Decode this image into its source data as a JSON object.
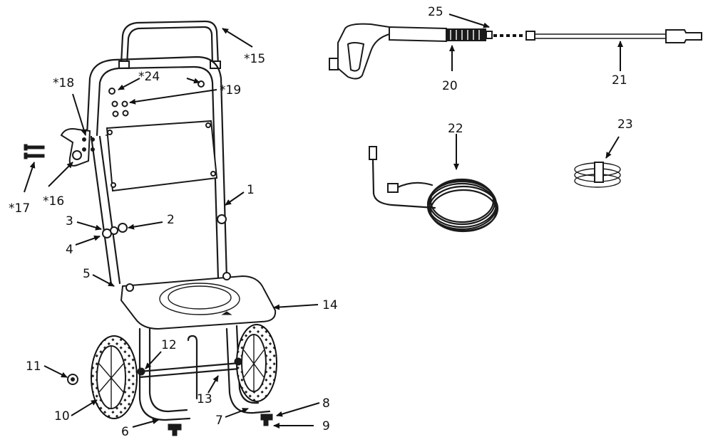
{
  "callouts": [
    {
      "id": "c15",
      "text": "*15"
    },
    {
      "id": "c24",
      "text": "*24"
    },
    {
      "id": "c19",
      "text": "*19"
    },
    {
      "id": "c18",
      "text": "*18"
    },
    {
      "id": "c16",
      "text": "*16"
    },
    {
      "id": "c17",
      "text": "*17"
    },
    {
      "id": "c1",
      "text": "1"
    },
    {
      "id": "c2",
      "text": "2"
    },
    {
      "id": "c3",
      "text": "3"
    },
    {
      "id": "c4",
      "text": "4"
    },
    {
      "id": "c5",
      "text": "5"
    },
    {
      "id": "c14",
      "text": "14"
    },
    {
      "id": "c12",
      "text": "12"
    },
    {
      "id": "c11",
      "text": "11"
    },
    {
      "id": "c10",
      "text": "10"
    },
    {
      "id": "c13",
      "text": "13"
    },
    {
      "id": "c6",
      "text": "6"
    },
    {
      "id": "c7",
      "text": "7"
    },
    {
      "id": "c8",
      "text": "8"
    },
    {
      "id": "c9",
      "text": "9"
    },
    {
      "id": "c25",
      "text": "25"
    },
    {
      "id": "c20",
      "text": "20"
    },
    {
      "id": "c21",
      "text": "21"
    },
    {
      "id": "c22",
      "text": "22"
    },
    {
      "id": "c23",
      "text": "23"
    }
  ]
}
